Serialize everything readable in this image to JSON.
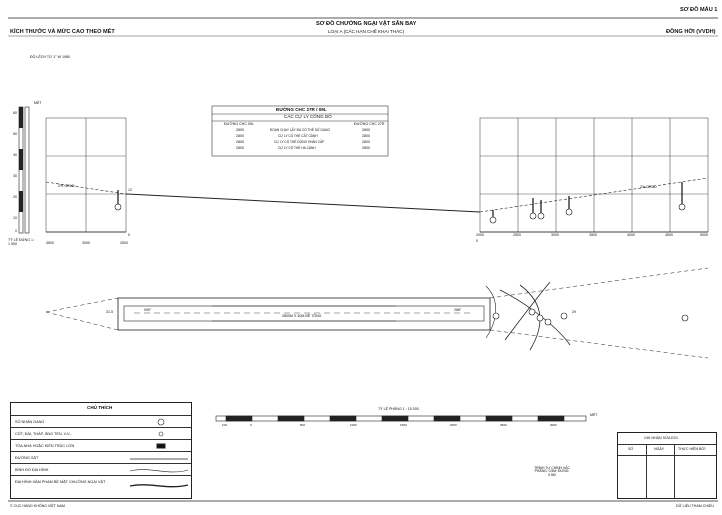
{
  "header": {
    "form_no": "SƠ ĐỒ MẪU 1",
    "title": "SƠ ĐỒ CHƯỚNG NGẠI VẬT SÂN BAY",
    "subtitle": "LOẠI A (CÁC HẠN CHẾ KHAI THÁC)",
    "left_note": "KÍCH THƯỚC VÀ MỨC CAO THEO MÉT",
    "airport_code": "ĐỒNG HỚI (VVDH)"
  },
  "profile": {
    "declination": "ĐỘ LỆCH TỪ 1° W 1980",
    "scale_vertical_label": "TỶ LỆ ĐỨNG 1 : 1 500",
    "y_unit": "MÉT",
    "left_ticks": [
      "60",
      "50",
      "40",
      "30",
      "20",
      "10",
      "0"
    ],
    "left_x_ticks": [
      "3500",
      "3000",
      "2500"
    ],
    "right_x_ticks": [
      "2000",
      "2500",
      "3000",
      "3500",
      "4000",
      "4500",
      "5000"
    ],
    "zero_left": "0",
    "zero_right": "0",
    "slope_left": "2% GRAD",
    "slope_right": "2% GRAD",
    "threshold_mark": "12"
  },
  "distances_table": {
    "title": "ĐƯỜNG CHC 27R / 09L",
    "subtitle": "CÁC CỰ LY CÔNG BỐ",
    "col_left": "ĐƯỜNG CHC 09L",
    "col_right": "ĐƯỜNG CHC 27R",
    "rows": [
      {
        "left": "2800",
        "label": "ĐOẠN CHẠY LẤY ĐÀ CÓ THỂ SỬ DỤNG",
        "right": "2800"
      },
      {
        "left": "2800",
        "label": "CỰ LY CÓ THỂ CẤT CÁNH",
        "right": "2800"
      },
      {
        "left": "2800",
        "label": "CỰ LY CÓ THỂ DỪNG KHẨN CẤP",
        "right": "2800"
      },
      {
        "left": "2800",
        "label": "CỰ LY CÓ THỂ HẠ CÁNH",
        "right": "2800"
      }
    ]
  },
  "plan": {
    "runway_label": "2800M X 40M BÊ TÔNG",
    "bearing_left": "090°",
    "bearing_right": "268°",
    "end_left": "31.5",
    "end_right": "29",
    "scale_label": "TỶ LỆ PHẲNG 1 : 15 000",
    "scale_unit": "MÉT",
    "scale_ticks": [
      "100",
      "0",
      "500",
      "1000",
      "1500",
      "2000",
      "2500",
      "3000"
    ],
    "accuracy_note": "TRÌNH TỰ CHÍNH XÁC PHẲNG: 0.5M; ĐỨNG: 0.5M"
  },
  "legend": {
    "title": "CHÚ THÍCH",
    "items": [
      "SỐ NHẬN DẠNG",
      "CỘT, ĐÀI, THÁP, ĂNG TEN, V.V...",
      "TÒA NHÀ HOẶC KIẾN TRÚC LỚN",
      "ĐƯỜNG SẮT",
      "BÌNH ĐỒ ĐỊA HÌNH",
      "ĐỊA HÌNH XÂM PHẠM BỀ MẶT CHƯỚNG NGẠI VẬT"
    ]
  },
  "notes_box": {
    "title": "GHI NHẬN SỬA ĐỔI",
    "col1": "SỐ",
    "col2": "NGÀY",
    "col3": "THỰC HIỆN BỞI"
  },
  "footer": {
    "left": "© CỤC HÀNG KHÔNG VIỆT NAM",
    "right": "DỮ LIỆU THAM CHIẾU"
  }
}
